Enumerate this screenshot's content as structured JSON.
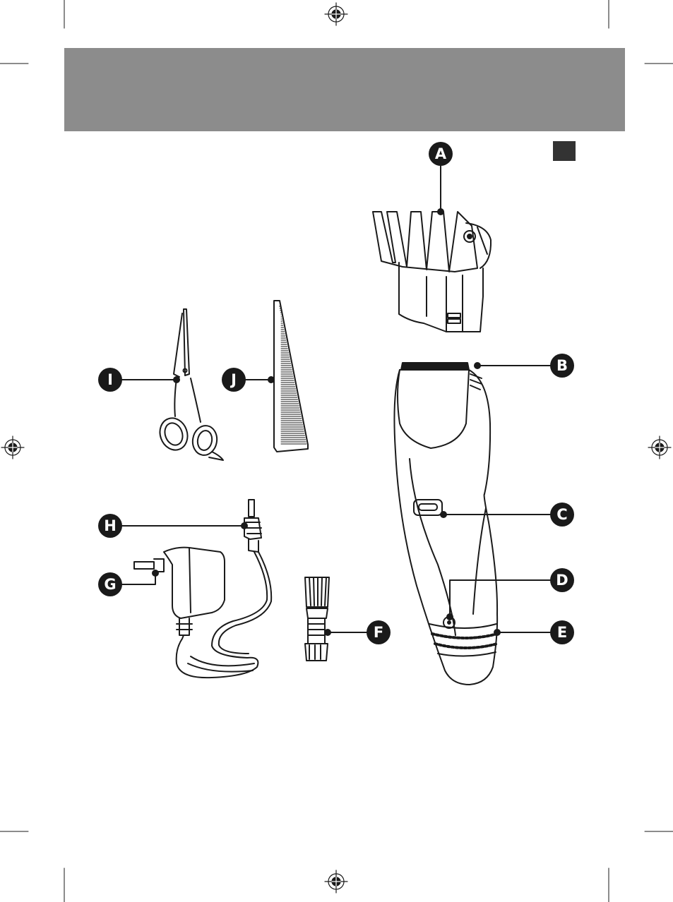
{
  "colors": {
    "header_band": "#8c8c8c",
    "corner_box": "#333333",
    "ink": "#1a1a1a",
    "badge": "#1a1a1a",
    "badge_text": "#ffffff"
  },
  "header": {
    "title": ""
  },
  "callouts": [
    {
      "id": "A",
      "label": "A",
      "part": "comb-attachment"
    },
    {
      "id": "B",
      "label": "B",
      "part": "blades"
    },
    {
      "id": "C",
      "label": "C",
      "part": "comb-release-button"
    },
    {
      "id": "D",
      "label": "D",
      "part": "power-switch"
    },
    {
      "id": "E",
      "label": "E",
      "part": "grip-band"
    },
    {
      "id": "F",
      "label": "F",
      "part": "cleaning-brush"
    },
    {
      "id": "G",
      "label": "G",
      "part": "power-adapter"
    },
    {
      "id": "H",
      "label": "H",
      "part": "appliance-plug"
    },
    {
      "id": "I",
      "label": "I",
      "part": "scissors"
    },
    {
      "id": "J",
      "label": "J",
      "part": "comb"
    }
  ],
  "icons": [
    "registration-mark-icon",
    "crop-mark-icon"
  ]
}
